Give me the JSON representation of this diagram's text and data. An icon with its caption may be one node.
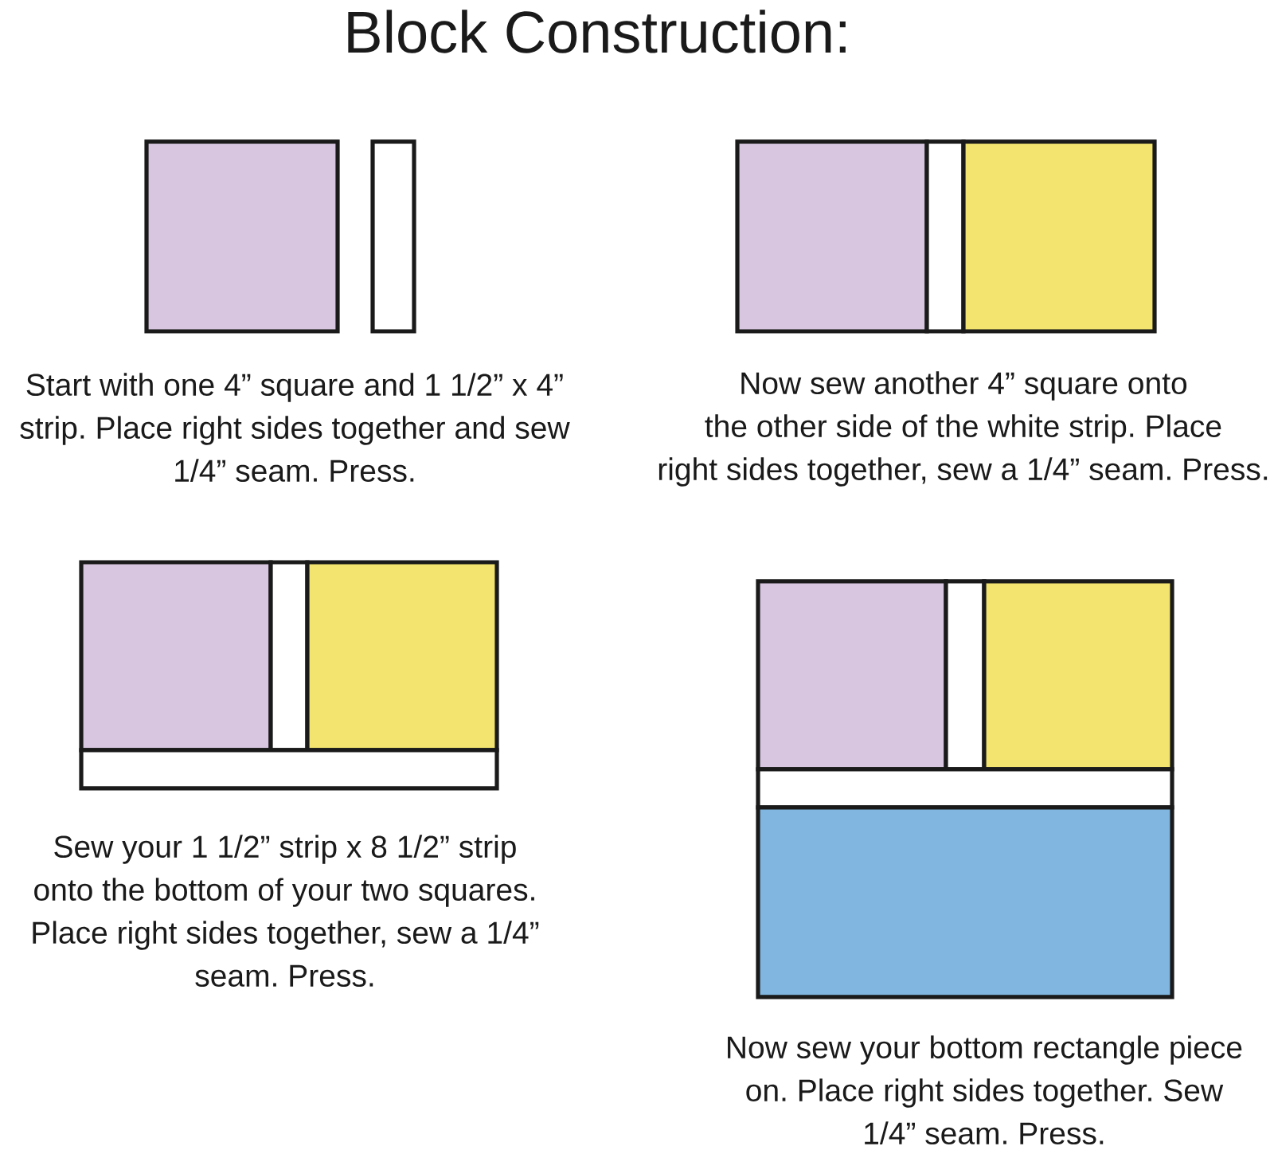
{
  "diagram": {
    "title": "Block Construction:",
    "labels": [
      "Start with one 4” square and 1 1/2” x 4” strip. Place right sides together and sew 1/4” seam. Press.",
      "Now sew another 4” square onto the other side of the white strip. Place right sides together, sew a 1/4” seam. Press.",
      "Sew your 1 1/2” strip x 8 1/2” strip onto the bottom of your two squares. Place right sides together, sew a 1/4” seam. Press.",
      "Now sew your bottom rectangle piece on. Place right sides together. Sew 1/4” seam. Press."
    ]
  }
}
